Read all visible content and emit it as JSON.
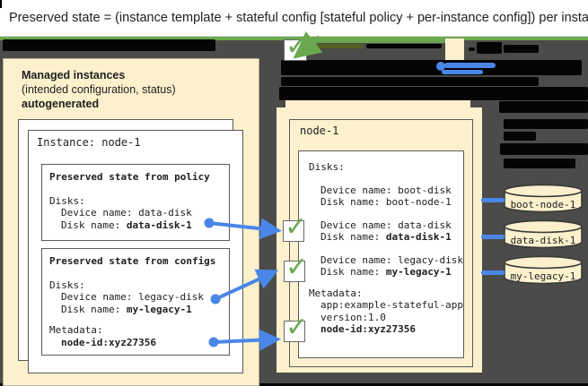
{
  "title": "Preserved state = (instance template + stateful config [stateful policy + per-instance config]) per instance",
  "left_panel": {
    "header_line1": "Managed instances",
    "header_line2": "(intended configuration, status)",
    "header_line3": "autogenerated",
    "instance_title": "Instance: node-1",
    "policy_box": {
      "title": "Preserved state from policy",
      "disks_label": "Disks:",
      "device_line": "Device name: data-disk",
      "disk_label": "Disk name: ",
      "disk_value": "data-disk-1"
    },
    "configs_box": {
      "title": "Preserved state from configs",
      "disks_label": "Disks:",
      "device_line": "Device name: legacy-disk",
      "disk_label": "Disk name: ",
      "disk_value": "my-legacy-1",
      "metadata_label": "Metadata:",
      "metadata_value": "node-id:xyz27356"
    }
  },
  "right_panel": {
    "title": "node-1",
    "disks_label": "Disks:",
    "disk_entries": [
      {
        "device": "Device name: boot-disk",
        "disk_label": "Disk name: ",
        "disk_value": "boot-node-1"
      },
      {
        "device": "Device name: data-disk",
        "disk_label": "Disk name: ",
        "disk_value": "data-disk-1"
      },
      {
        "device": "Device name: legacy-disk",
        "disk_label": "Disk name: ",
        "disk_value": "my-legacy-1"
      }
    ],
    "metadata": {
      "label": "Metadata:",
      "line1": "app:example-stateful-app",
      "line2": "version:1.0",
      "line3": "node-id:xyz27356"
    }
  },
  "disks": [
    "boot-node-1",
    "data-disk-1",
    "my-legacy-1"
  ],
  "icons": {
    "checkmark": "✓"
  },
  "colors": {
    "background": "#4B4B49",
    "panel_cream": "#FCF0CD",
    "accent_green": "#6AA84F",
    "connector_blue": "#4A86E8",
    "redaction_black": "#050505"
  }
}
